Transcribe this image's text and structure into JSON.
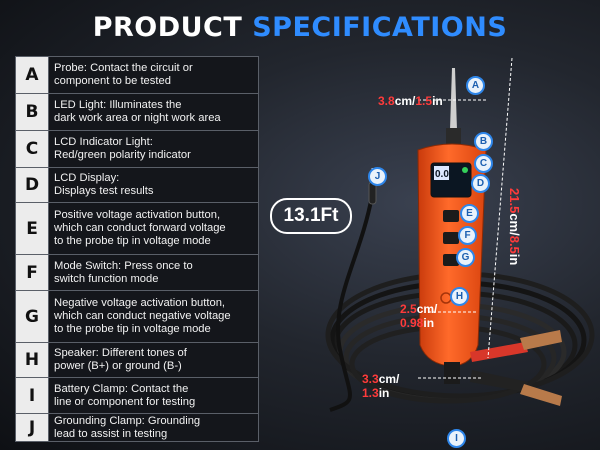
{
  "title": {
    "part1": "PRODUCT",
    "part2": "SPECIFICATIONS"
  },
  "rows": [
    {
      "letter": "A",
      "text": "Probe: Contact the circuit or\ncomponent to be tested"
    },
    {
      "letter": "B",
      "text": "LED Light: Illuminates the\ndark work area or night work area"
    },
    {
      "letter": "C",
      "text": "LCD Indicator Light:\nRed/green polarity indicator"
    },
    {
      "letter": "D",
      "text": "LCD Display:\nDisplays test results"
    },
    {
      "letter": "E",
      "text": "Positive voltage activation button,\nwhich can conduct forward voltage\nto the probe tip in voltage mode"
    },
    {
      "letter": "F",
      "text": "Mode Switch: Press once to\nswitch function mode"
    },
    {
      "letter": "G",
      "text": "Negative voltage activation button,\nwhich can conduct negative voltage\nto the probe tip in voltage mode"
    },
    {
      "letter": "H",
      "text": "Speaker: Different tones of\npower (B+) or ground (B-)"
    },
    {
      "letter": "I",
      "text": "Battery Clamp: Contact the\nline or component for testing"
    },
    {
      "letter": "J",
      "text": "Grounding Clamp: Grounding\nlead to assist in testing"
    }
  ],
  "diagram": {
    "cable_length": "13.1Ft",
    "lcd_reading": "0.0",
    "width_top": {
      "cm": "3.8",
      "cm_unit": "cm/",
      "inch": "1.5",
      "in_unit": "in"
    },
    "length_total": {
      "cm": "21.5",
      "cm_unit": "cm/",
      "inch": "8.5",
      "in_unit": "in"
    },
    "width_mid": {
      "cm": "2.5",
      "cm_unit": "cm/",
      "inch": "0.98",
      "in_unit": "in"
    },
    "width_bottom": {
      "cm": "3.3",
      "cm_unit": "cm/",
      "inch": "1.3",
      "in_unit": "in"
    },
    "badges": [
      "A",
      "B",
      "C",
      "D",
      "E",
      "F",
      "G",
      "H",
      "I",
      "J"
    ]
  },
  "colors": {
    "accent": "#2f8cff",
    "device": "#ff5a1c",
    "dimension": "#ff3b3b"
  }
}
